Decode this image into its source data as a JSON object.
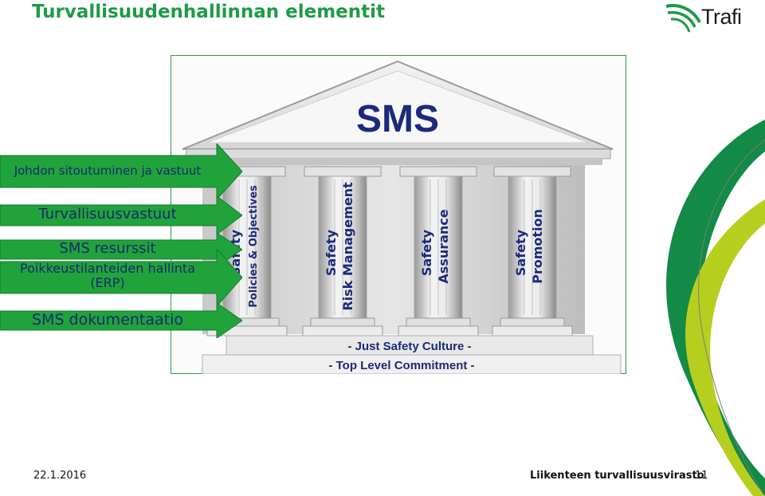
{
  "title": "Turvallisuudenhallinnan elementit",
  "logo": {
    "text": "Trafi",
    "icon": "trafi-swoosh-logo"
  },
  "diagram": {
    "roof_label": "SMS",
    "pillars": [
      {
        "line1": "Safety",
        "line2": "Policies & Objectives"
      },
      {
        "line1": "Safety",
        "line2": "Risk Management"
      },
      {
        "line1": "Safety",
        "line2": "Assurance"
      },
      {
        "line1": "Safety",
        "line2": "Promotion"
      }
    ],
    "foundation": [
      "- Just Safety Culture -",
      "- Top Level Commitment -"
    ]
  },
  "arrows": [
    {
      "label": "Johdon sitoutuminen ja vastuut"
    },
    {
      "label": "Turvallisuusvastuut"
    },
    {
      "label": "SMS resurssit"
    },
    {
      "label": "Poikkeustilanteiden hallinta (ERP)"
    },
    {
      "label": "SMS dokumentaatio"
    }
  ],
  "colors": {
    "title": "#1f9a47",
    "arrow_fill": "#21a33c",
    "arrow_text": "#1a2a6c",
    "pillar_text": "#1c2a7a",
    "deco_green": "#138a45",
    "deco_lime": "#b6cf1f"
  },
  "footer": {
    "date": "22.1.2016",
    "org": "Liikenteen turvallisuusvirasto",
    "page": "11"
  }
}
